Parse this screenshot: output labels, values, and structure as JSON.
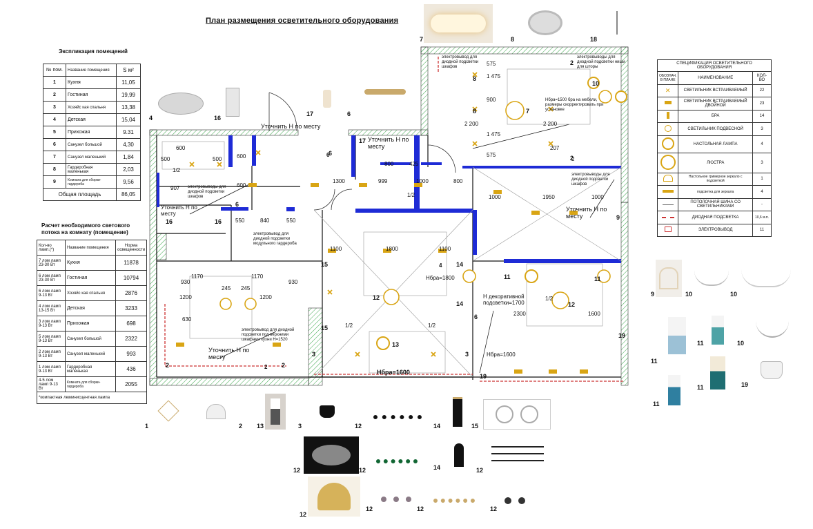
{
  "title": "План размещения осветительного оборудования",
  "explication": {
    "heading": "Экспликация помещений",
    "headers": [
      "№ пом.",
      "Название помещения",
      "S м²"
    ],
    "rows": [
      [
        "1",
        "Кухня",
        "11,05"
      ],
      [
        "2",
        "Гостиная",
        "19,99"
      ],
      [
        "3",
        "Хозяйс кая спальня",
        "13,38"
      ],
      [
        "4",
        "Детская",
        "15,04"
      ],
      [
        "5",
        "Прихожая",
        "9.31"
      ],
      [
        "6",
        "Санузел большой",
        "4,30"
      ],
      [
        "7",
        "Санузел маленький",
        "1,84"
      ],
      [
        "8",
        "Гардеробная маленькая",
        "2,03"
      ],
      [
        "9",
        "Комната для сборки-гардероба",
        "9,56"
      ]
    ],
    "total_label": "Общая площадь",
    "total_value": "86,05"
  },
  "flux": {
    "heading_line1": "Расчет необходимого светового",
    "heading_line2": "потока на комнату (помещение)",
    "headers": [
      "Кол-во ламп.(*)",
      "Название помещения",
      "Норма освещенности"
    ],
    "rows": [
      [
        "7 лом ламп 23-30 Вт",
        "Кухня",
        "11878"
      ],
      [
        "6 лом ламп 23-30 Вт",
        "Гостиная",
        "10794"
      ],
      [
        "6 лом ламп 9-13 Вт",
        "Хозяйс кая спальня",
        "2876"
      ],
      [
        "4 лом ламп 13-15 Вт",
        "Детская",
        "3233"
      ],
      [
        "3 лом ламп 9-13 Вт",
        "Прихожая",
        "698"
      ],
      [
        "5 лом ламп 9-13 Вт",
        "Санузел большой",
        "2322"
      ],
      [
        "2 лом ламп 9-13 Вт",
        "Санузел маленький",
        "993"
      ],
      [
        "1 лом ламп 9-13 Вт",
        "Гардеробная маленькая",
        "436"
      ],
      [
        "4-5 лом ламп 9-13 Вт",
        "Комната для сборки-гардероба",
        "2055"
      ]
    ],
    "footnote": "*компактная люминисцентная лампа"
  },
  "spec": {
    "heading": "СПЕЦИФИКАЦИЯ ОСВЕТИТЕЛЬНОГО ОБОРУДОВАНИЯ",
    "headers": [
      "ОБОЗНАЧ. В ПЛАНЕ",
      "НАИМЕНОВАНИЕ",
      "КОЛ-ВО"
    ],
    "rows": [
      [
        "СВЕТИЛЬНИК ВСТРАИВАЕМЫЙ",
        "22"
      ],
      [
        "СВЕТИЛЬНИК ВСТРАИВАЕМЫЙ ДВОЙНОЙ",
        "23"
      ],
      [
        "БРА",
        "14"
      ],
      [
        "СВЕТИЛЬНИК ПОДВЕСНОЙ",
        "3"
      ],
      [
        "НАСТОЛЬНАЯ ЛАМПА",
        "4"
      ],
      [
        "ЛЮСТРА",
        "3"
      ],
      [
        "Настольное гримерное зеркало с подсветкой",
        "1"
      ],
      [
        "подсветка для зеркала",
        "4"
      ],
      [
        "ПОТОЛОЧНАЯ ШИНА СО СВЕТИЛЬНИКАМИ",
        "-"
      ],
      [
        "ДИОДНАЯ ПОДСВЕТКА",
        "10,6 м.п."
      ],
      [
        "ЭЛЕКТРОВЫВОД",
        "11"
      ]
    ]
  },
  "plan": {
    "notes": [
      "Уточнить Н по месту",
      "Уточнить Н по месту",
      "Уточнить Н по месту",
      "Уточнить Н по месту",
      "Уточнить Н по месту",
      "Нбра=1500 бра на мебели, размеры скорректировать при установке",
      "Нбра=1800",
      "Нбра=1600",
      "Нбра=1600",
      "Н декоративной подсветки=1700",
      "электровывод для диодной подсветки шкафов",
      "электровыводы для диодной подсветки ниши для шторы",
      "электровыводы для диодной подсветки шкафов",
      "электровыводы для диодной подсветки шкафов",
      "электровывод для диодной подсветки модульного гардероба",
      "электровывод для диодной подсветки под верхними шкафами кухни Н=1520"
    ],
    "dims": [
      "600",
      "500",
      "500",
      "1/2",
      "907",
      "600",
      "1300",
      "999",
      "1000",
      "800",
      "600",
      "425",
      "800",
      "1/2",
      "1000",
      "1950",
      "1000",
      "2 200",
      "2 200",
      "1 475",
      "1 475",
      "900",
      "575",
      "575",
      "2",
      "207",
      "1100",
      "1800",
      "1100",
      "1170",
      "1170",
      "245",
      "245",
      "1200",
      "1200",
      "930",
      "930",
      "630",
      "550",
      "840",
      "550",
      "1/2",
      "1/2",
      "2300",
      "1600",
      "4",
      "6",
      "2",
      "1/2"
    ],
    "room_numbers": [
      "1",
      "2",
      "3",
      "4",
      "5",
      "6",
      "7",
      "8",
      "9",
      "10",
      "11",
      "12",
      "13",
      "14",
      "15",
      "16",
      "17",
      "18",
      "19"
    ]
  },
  "photo_captions": [
    "7",
    "8",
    "18",
    "4",
    "16",
    "17",
    "6",
    "9",
    "10",
    "10",
    "11",
    "11",
    "10",
    "11",
    "11",
    "19",
    "11",
    "1",
    "2",
    "13",
    "3",
    "12",
    "14",
    "15",
    "12",
    "12",
    "14",
    "12",
    "12",
    "12",
    "12",
    "12",
    "12"
  ],
  "colors": {
    "wall_blue": "#1e2bd6",
    "hatch_green": "#3aa64a",
    "diode_red": "#cc3333",
    "fixture_gold": "#d9a514"
  }
}
